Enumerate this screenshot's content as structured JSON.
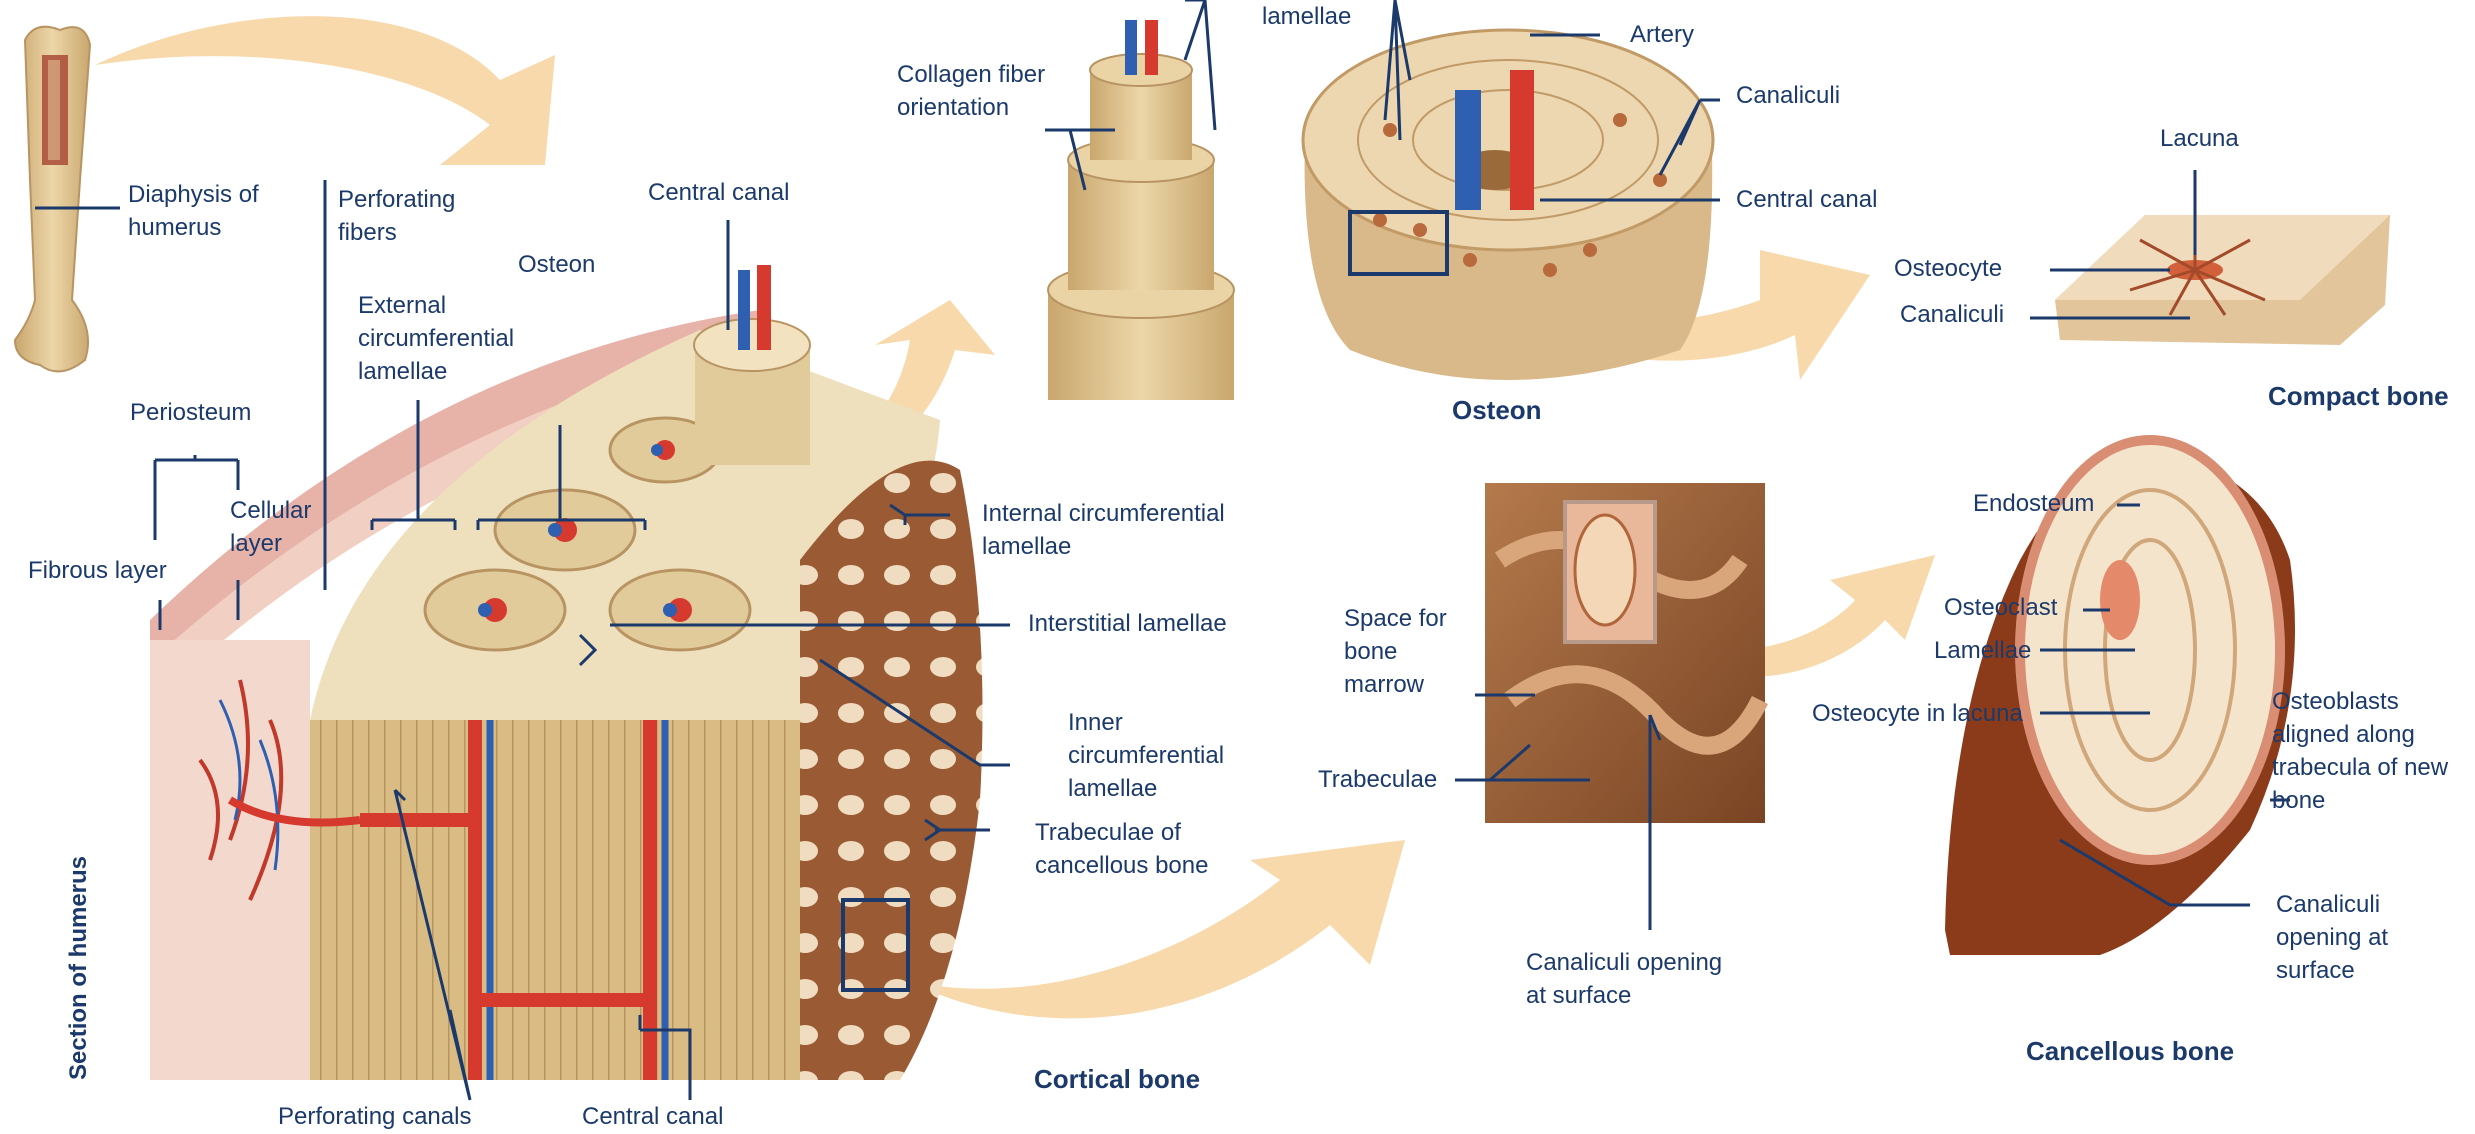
{
  "labels": {
    "diaphysis": [
      "Diaphysis of",
      "humerus"
    ],
    "perforating_fibers": [
      "Perforating",
      "fibers"
    ],
    "osteon_main": "Osteon",
    "central_canal_top": "Central canal",
    "external_lamellae": [
      "External",
      "circumferential",
      "lamellae"
    ],
    "periosteum": "Periosteum",
    "fibrous_layer": "Fibrous layer",
    "cellular_layer": [
      "Cellular",
      "layer"
    ],
    "internal_lamellae": [
      "Internal circumferential",
      "lamellae"
    ],
    "interstitial_lamellae": "Interstitial lamellae",
    "inner_lamellae": [
      "Inner",
      "circumferential",
      "lamellae"
    ],
    "trabeculae_cancellous": [
      "Trabeculae of",
      "cancellous bone"
    ],
    "section_humerus": "Section of humerus",
    "perforating_canals": "Perforating canals",
    "central_canal_bottom": "Central canal",
    "cortical_bone": "Cortical bone",
    "collagen": [
      "Collagen fiber",
      "orientation"
    ],
    "lamellae_top": "lamellae",
    "artery": "Artery",
    "canaliculi_osteon": "Canaliculi",
    "central_canal_osteon": "Central canal",
    "osteon_detail": "Osteon",
    "lacuna": "Lacuna",
    "osteocyte": "Osteocyte",
    "canaliculi_compact": "Canaliculi",
    "compact_bone": "Compact bone",
    "space_marrow": [
      "Space for",
      "bone",
      "marrow"
    ],
    "trabeculae": "Trabeculae",
    "canaliculi_opening_mid": [
      "Canaliculi opening",
      "at surface"
    ],
    "endosteum": "Endosteum",
    "osteoclast": "Osteoclast",
    "lamellae_right": "Lamellae",
    "osteocyte_lacuna": "Osteocyte in lacuna",
    "osteoblasts": [
      "Osteoblasts",
      "aligned along",
      "trabecula of new",
      "bone"
    ],
    "canaliculi_opening_right": [
      "Canaliculi",
      "opening at",
      "surface"
    ],
    "cancellous_bone": "Cancellous bone"
  },
  "colors": {
    "label": "#1b3a6b",
    "leader": "#1b3a6b",
    "arrow": "#f7d9ab",
    "bone": "#e8cf9e",
    "bone_dark": "#c9a76e",
    "artery": "#d63a2f",
    "vein": "#2f5fb0",
    "marrow": "#9a5a34",
    "periosteum": "#e7b3a8"
  }
}
